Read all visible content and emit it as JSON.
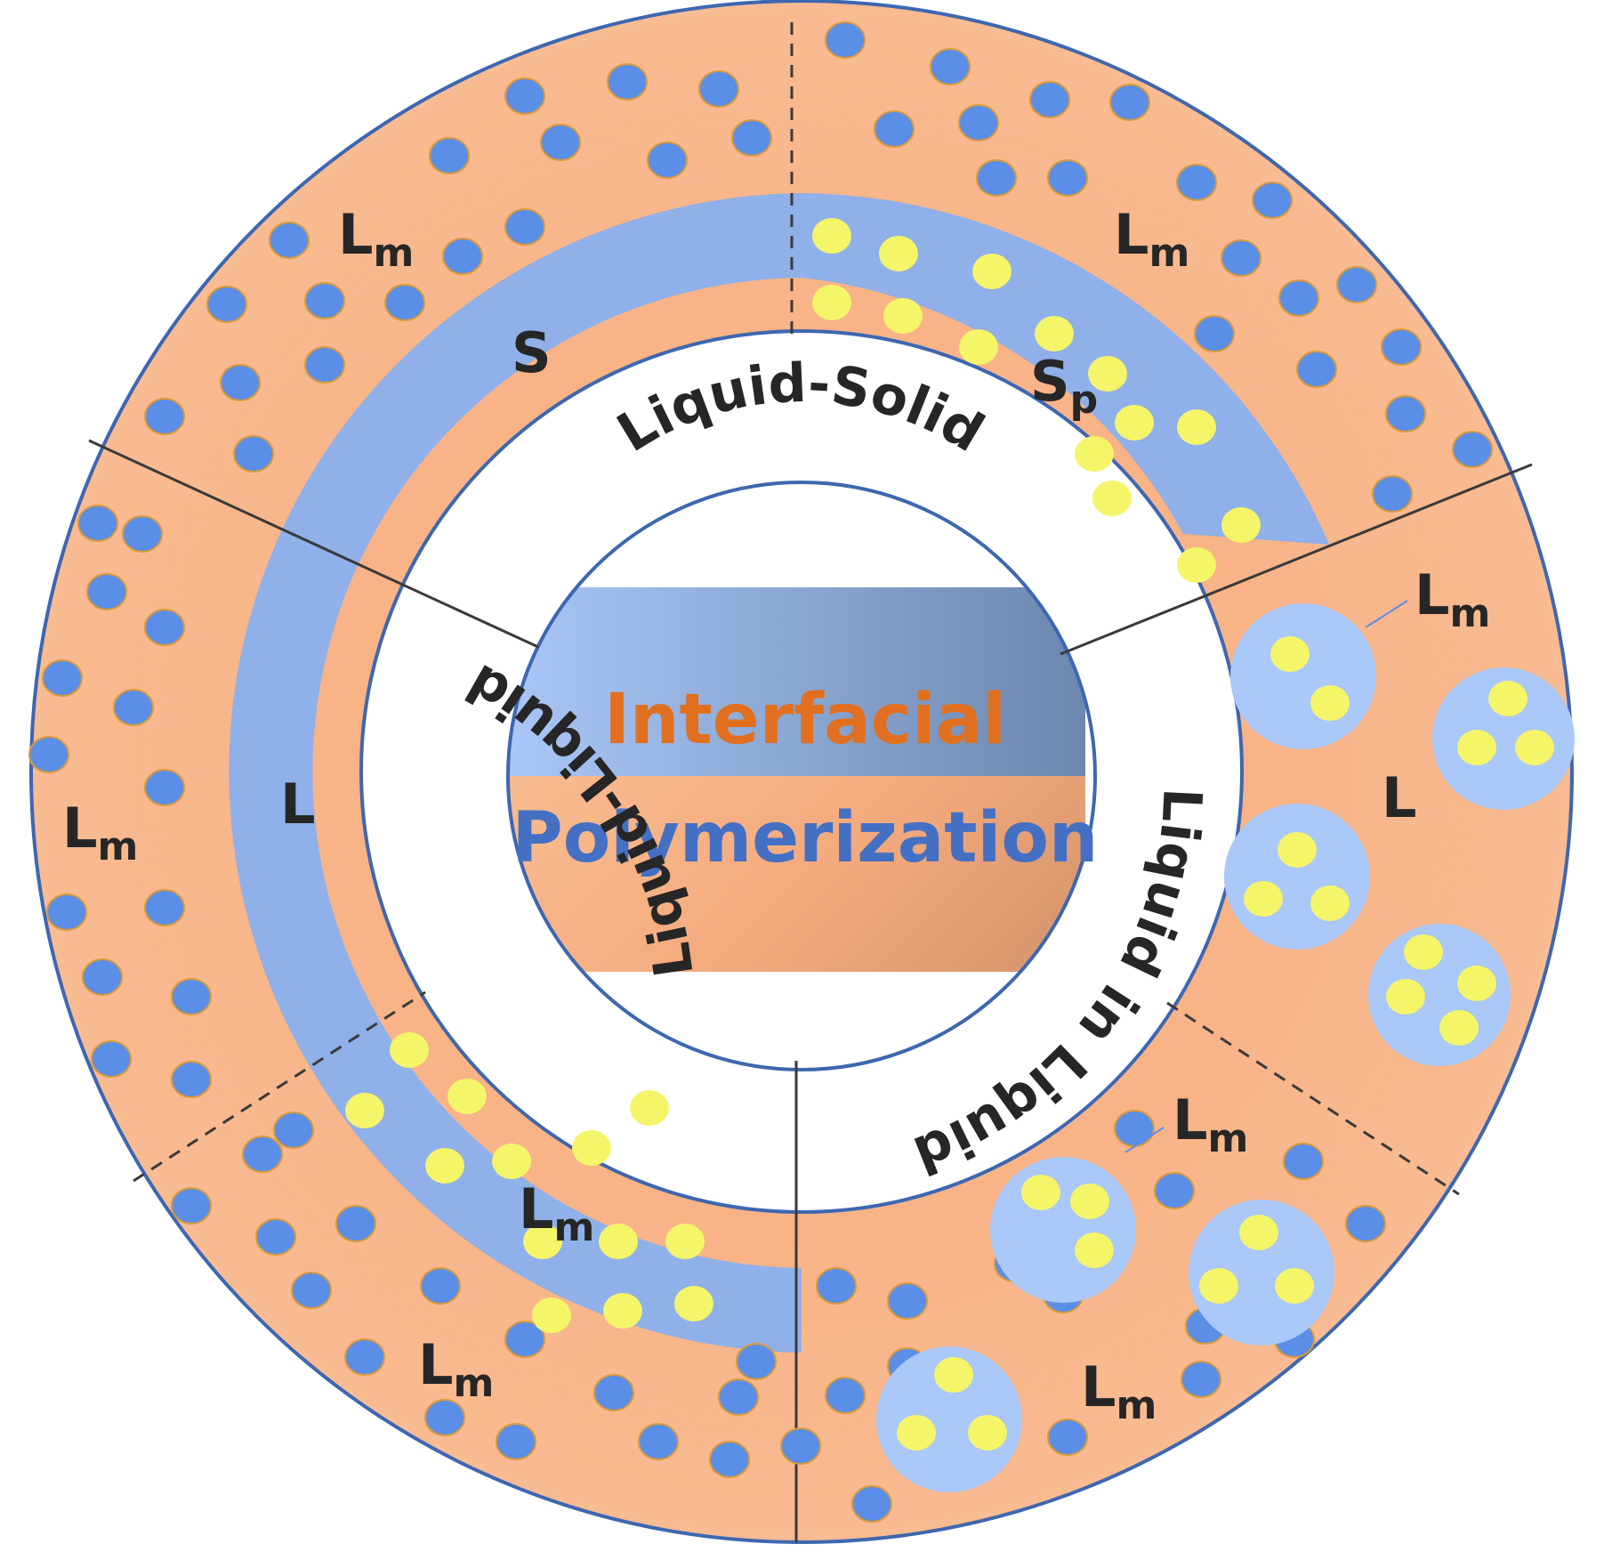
{
  "center": {
    "top_word": "Interfacial",
    "bottom_word": "Polymerization"
  },
  "ring_titles": {
    "liquid_solid": "Liquid-Solid",
    "liquid_liquid": "Liquid-Liquid",
    "liquid_in_liquid": "Liquid in Liquid"
  },
  "labels": {
    "monomer_liquid": "L",
    "monomer_sub": "m",
    "solid": "S",
    "solid_porous": "S",
    "porous_sub": "p",
    "liquid": "L"
  },
  "colors": {
    "outer_orange": "#f8b48a",
    "inner_blue": "#8eaee6",
    "monomer_dot": "#5b8ee6",
    "yellow_dot": "#f5f56a",
    "droplet": "#aac8f8",
    "border": "#3d67b0",
    "interfacial_text": "#e0701f",
    "polymerization_text": "#4470c4"
  }
}
